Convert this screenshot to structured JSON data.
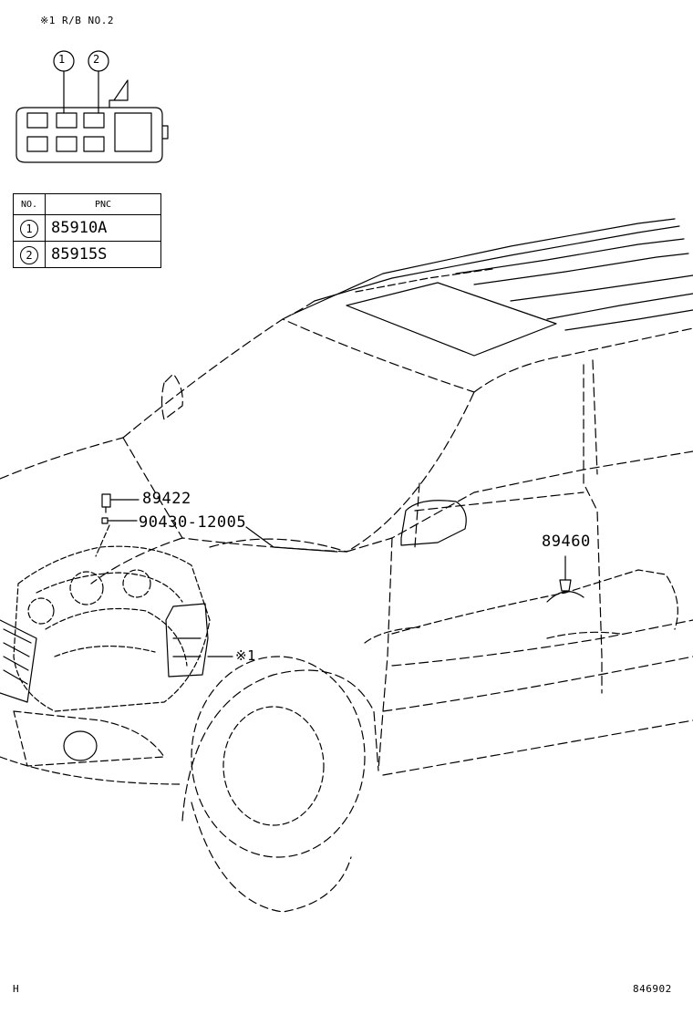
{
  "header_note": "※1  R/B NO.2",
  "box_callouts": [
    "1",
    "2"
  ],
  "table": {
    "headers": [
      "NO.",
      "PNC"
    ],
    "rows": [
      {
        "no": "1",
        "pnc": "85910A"
      },
      {
        "no": "2",
        "pnc": "85915S"
      }
    ]
  },
  "part_labels": {
    "p1": "89422",
    "p2": "90430-12005",
    "p3": "89460",
    "p4": "※1"
  },
  "footer_left": "H",
  "footer_right": "846902"
}
